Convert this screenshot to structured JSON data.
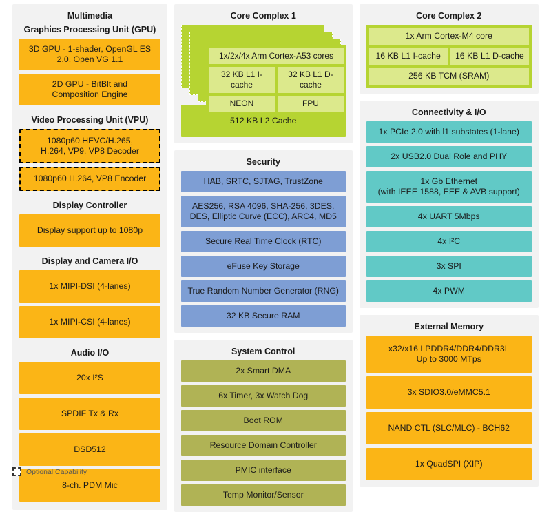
{
  "columns": {
    "left": {
      "panel_title": "Multimedia",
      "sections": [
        {
          "title": "Graphics Processing Unit (GPU)",
          "blocks": [
            {
              "label": "3D GPU - 1-shader, OpenGL ES\n2.0, Open VG 1.1",
              "optional": false
            },
            {
              "label": "2D GPU - BitBlt and\nComposition Engine",
              "optional": false
            }
          ]
        },
        {
          "title": "Video Processing Unit (VPU)",
          "blocks": [
            {
              "label": "1080p60 HEVC/H.265,\nH.264, VP9, VP8 Decoder",
              "optional": true
            },
            {
              "label": "1080p60 H.264, VP8 Encoder",
              "optional": true
            }
          ]
        },
        {
          "title": "Display Controller",
          "blocks": [
            {
              "label": "Display support up to 1080p",
              "optional": false,
              "tall": true
            }
          ]
        },
        {
          "title": "Display and Camera I/O",
          "blocks": [
            {
              "label": "1x MIPI-DSI (4-lanes)",
              "optional": false,
              "tall": true
            },
            {
              "label": "1x MIPI-CSI (4-lanes)",
              "optional": false,
              "tall": true
            }
          ]
        },
        {
          "title": "Audio I/O",
          "blocks": [
            {
              "label": "20x I²S",
              "optional": false,
              "tall": true
            },
            {
              "label": "SPDIF Tx & Rx",
              "optional": false,
              "tall": true
            },
            {
              "label": "DSD512",
              "optional": false,
              "tall": true
            },
            {
              "label": "8-ch. PDM Mic",
              "optional": false,
              "tall": true
            }
          ]
        }
      ]
    },
    "middle": {
      "core_complex_1": {
        "title": "Core Complex 1",
        "stacked_card_count": 4,
        "rows": [
          [
            "1x/2x/4x Arm Cortex-A53 cores"
          ],
          [
            "32 KB L1 I-cache",
            "32 KB L1 D-cache"
          ],
          [
            "NEON",
            "FPU"
          ]
        ],
        "l2_cache": "512 KB L2 Cache"
      },
      "security": {
        "title": "Security",
        "blocks": [
          "HAB, SRTC, SJTAG, TrustZone",
          "AES256, RSA 4096, SHA-256, 3DES,\nDES, Elliptic Curve (ECC), ARC4, MD5",
          "Secure Real Time Clock (RTC)",
          "eFuse Key Storage",
          "True Random Number Generator (RNG)",
          "32 KB Secure RAM"
        ]
      },
      "system_control": {
        "title": "System Control",
        "blocks": [
          "2x Smart DMA",
          "6x Timer, 3x Watch Dog",
          "Boot ROM",
          "Resource Domain Controller",
          "PMIC interface",
          "Temp Monitor/Sensor"
        ]
      }
    },
    "right": {
      "core_complex_2": {
        "title": "Core Complex 2",
        "rows": [
          [
            "1x Arm Cortex-M4 core"
          ],
          [
            "16 KB L1  I-cache",
            "16 KB L1 D-cache"
          ],
          [
            "256 KB TCM (SRAM)"
          ]
        ]
      },
      "connectivity": {
        "title": "Connectivity & I/O",
        "blocks": [
          "1x PCIe 2.0 with l1 substates (1-lane)",
          "2x USB2.0 Dual Role and PHY",
          "1x Gb Ethernet\n(with IEEE 1588, EEE & AVB support)",
          "4x UART 5Mbps",
          "4x I²C",
          "3x SPI",
          "4x PWM"
        ]
      },
      "external_memory": {
        "title": "External Memory",
        "blocks": [
          "x32/x16 LPDDR4/DDR4/DDR3L\nUp to 3000 MTps",
          "3x SDIO3.0/eMMC5.1",
          "NAND CTL (SLC/MLC) - BCH62",
          "1x QuadSPI (XIP)"
        ]
      }
    }
  },
  "legend": {
    "label": "Optional Capability"
  },
  "colors": {
    "orange": "#fbb516",
    "teal": "#61c9c6",
    "blue": "#7e9ed4",
    "olive": "#b0b355",
    "green_bright": "#b6d432",
    "green_pale": "#dce98c",
    "panel_bg": "#f2f2f2",
    "page_bg": "#ffffff"
  }
}
